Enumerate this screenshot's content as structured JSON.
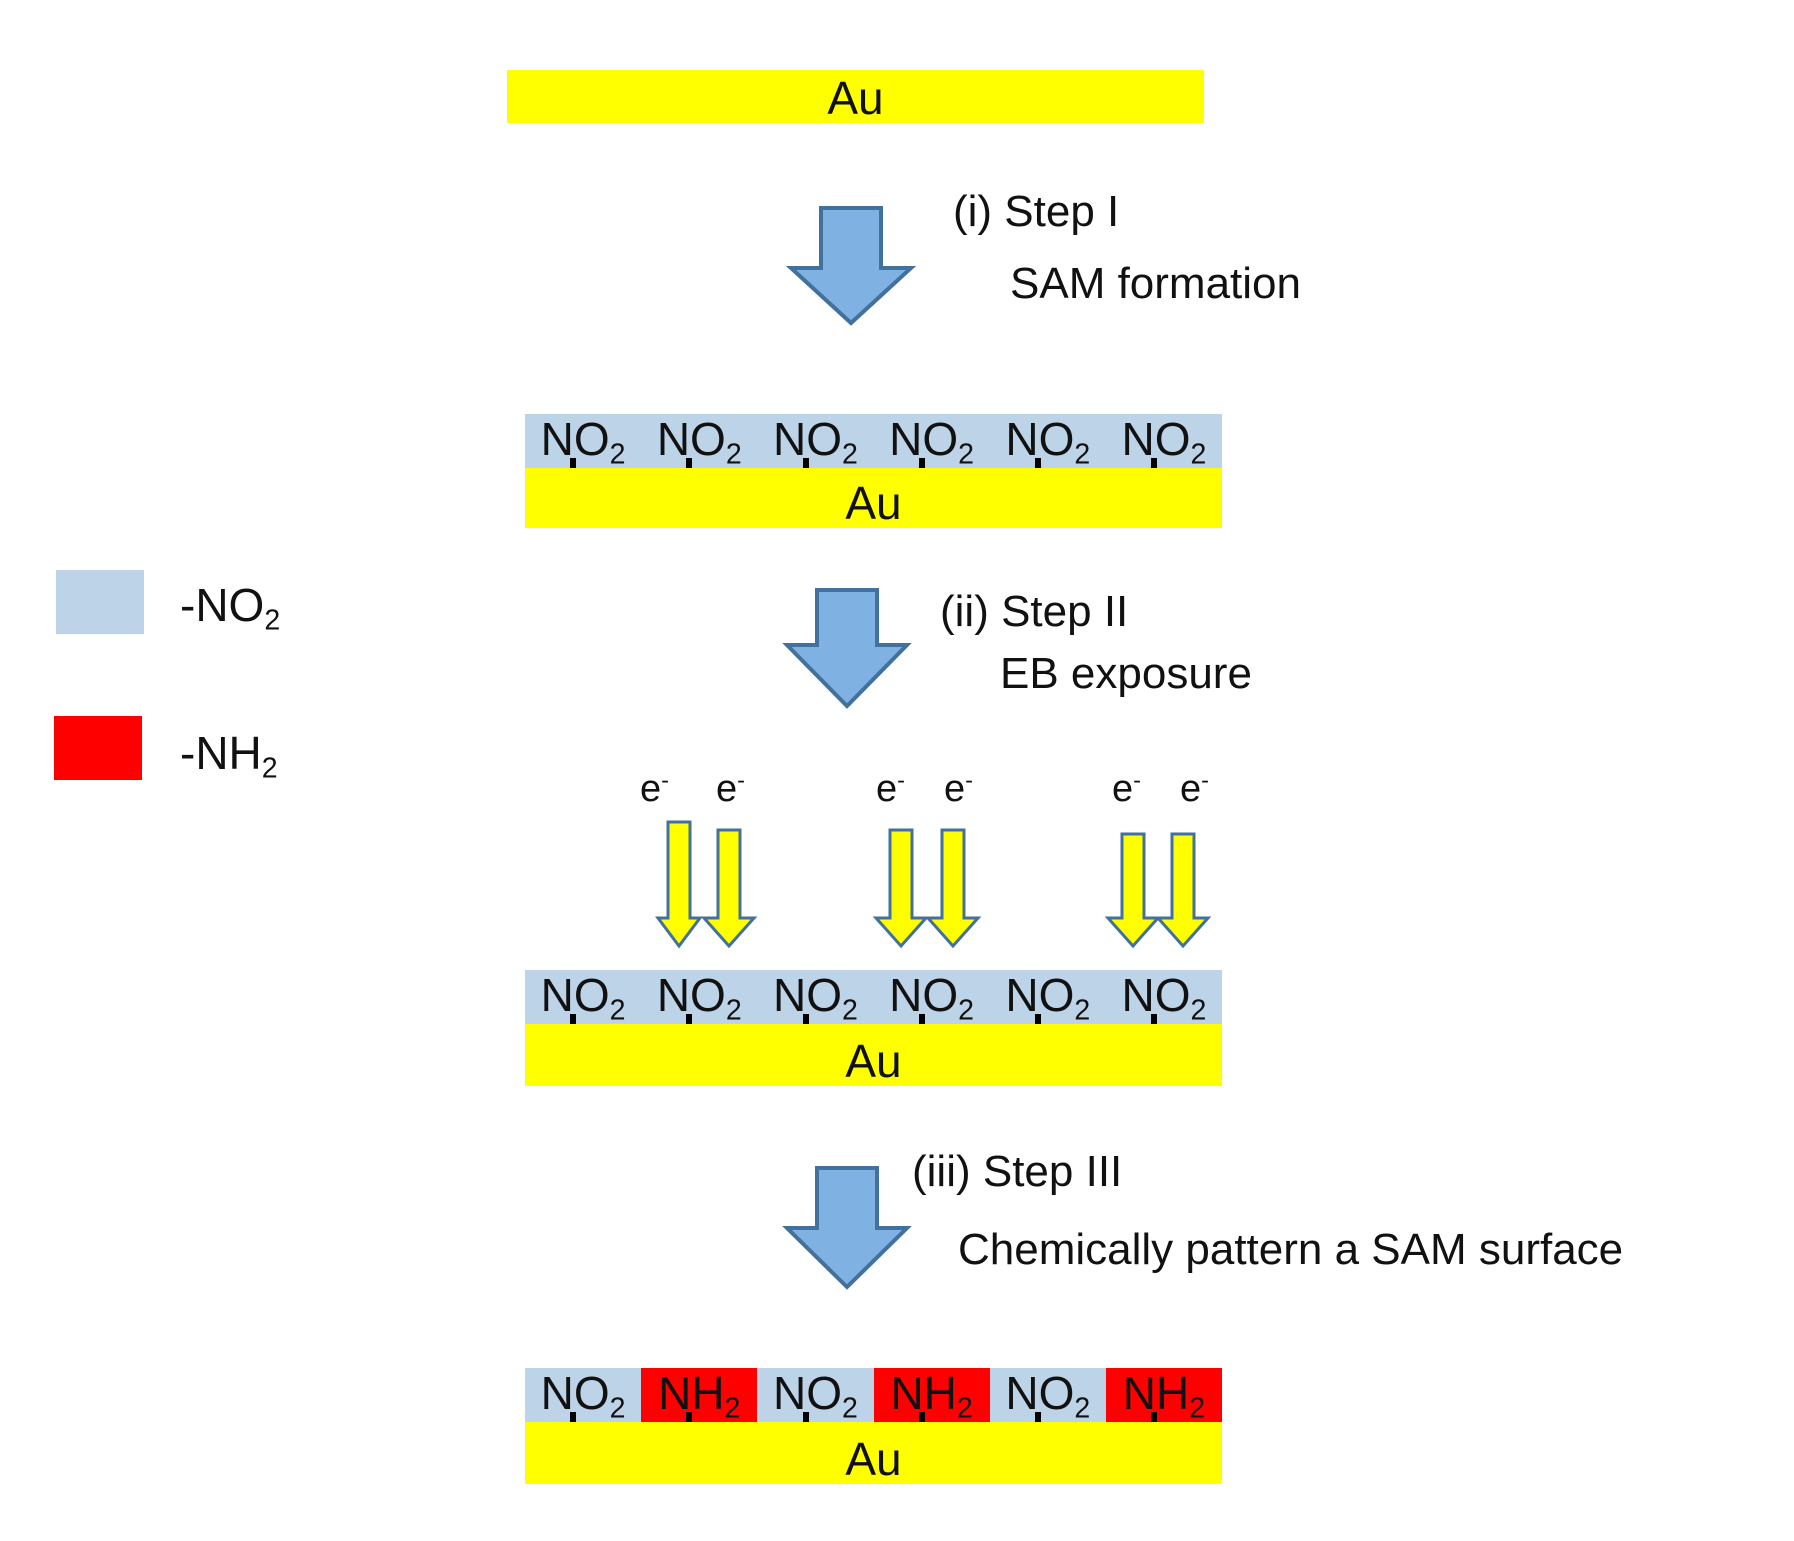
{
  "substrate_label": "Au",
  "group_parts": {
    "NO2": [
      "NO",
      "2"
    ],
    "NH2": [
      "NH",
      "2"
    ]
  },
  "steps": [
    {
      "title": "(i) Step I",
      "description": "SAM  formation"
    },
    {
      "title": "(ii) Step II",
      "description": "EB exposure"
    },
    {
      "title": "(iii) Step III",
      "description": "Chemically pattern  a SAM surface"
    }
  ],
  "electron": {
    "base": "e",
    "charge": "-"
  },
  "layers": [
    {
      "groups": []
    },
    {
      "groups": [
        "NO2",
        "NO2",
        "NO2",
        "NO2",
        "NO2",
        "NO2"
      ]
    },
    {
      "groups": [
        "NO2",
        "NO2",
        "NO2",
        "NO2",
        "NO2",
        "NO2"
      ]
    },
    {
      "groups": [
        "NO2",
        "NH2",
        "NO2",
        "NH2",
        "NO2",
        "NH2"
      ]
    }
  ],
  "legend": [
    {
      "label_parts": [
        "-NO",
        "2"
      ],
      "color": "#bdd3e8"
    },
    {
      "label_parts": [
        "-NH",
        "2"
      ],
      "color": "#ff0000"
    }
  ],
  "colors": {
    "gold": "#ffff00",
    "no2": "#bdd3e8",
    "nh2": "#ff0000",
    "process_arrow_fill": "#7fb2e2",
    "process_arrow_stroke": "#41719c",
    "beam_arrow_fill": "#ffff00",
    "beam_arrow_stroke": "#41719c"
  }
}
